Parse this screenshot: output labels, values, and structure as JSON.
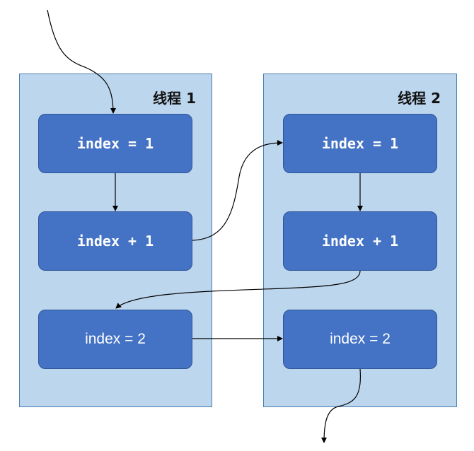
{
  "threads": [
    {
      "title": "线程 1",
      "steps": [
        "index = 1",
        "index + 1",
        "index = 2"
      ]
    },
    {
      "title": "线程 2",
      "steps": [
        "index = 1",
        "index + 1",
        "index = 2"
      ]
    }
  ],
  "colors": {
    "lane_fill": "#bcd6ee",
    "box_fill": "#4472c4",
    "arrow": "#000000"
  }
}
